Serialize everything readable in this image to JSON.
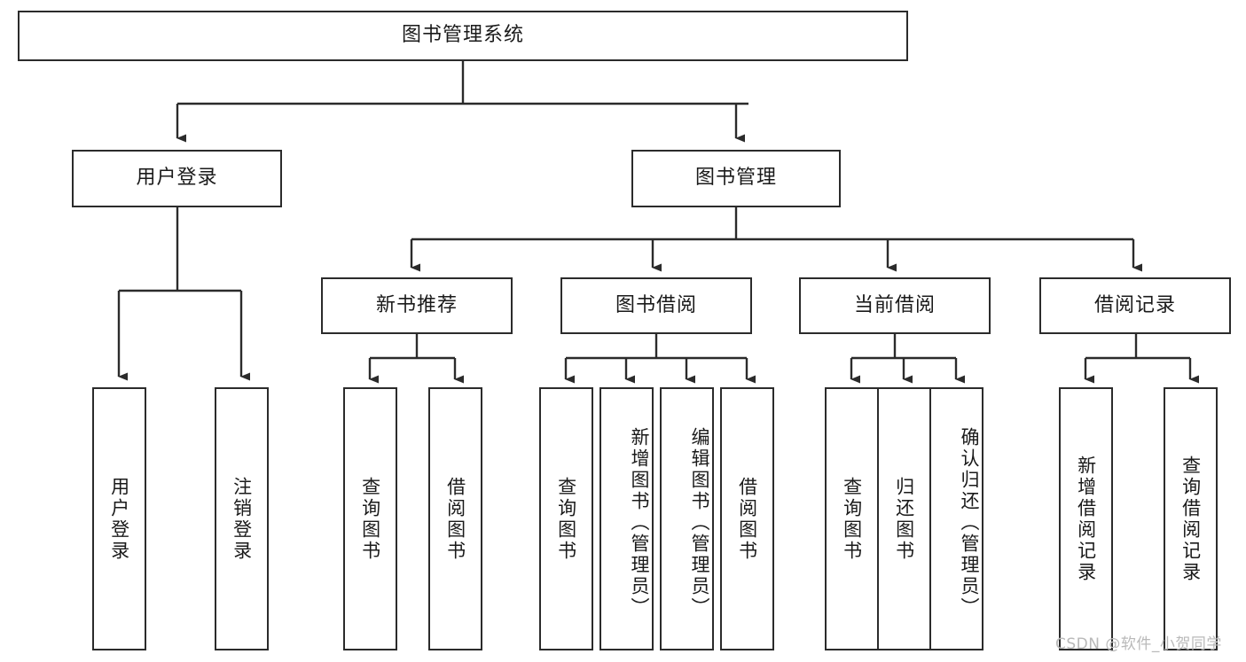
{
  "diagram": {
    "type": "hierarchy-tree",
    "title_node": {
      "label": "图书管理系统",
      "level": 0
    },
    "level1": [
      {
        "id": "user-login",
        "label": "用户登录"
      },
      {
        "id": "book-management",
        "label": "图书管理"
      }
    ],
    "level2": [
      {
        "id": "new-book-recommend",
        "label": "新书推荐",
        "parent": "book-management"
      },
      {
        "id": "book-borrow",
        "label": "图书借阅",
        "parent": "book-management"
      },
      {
        "id": "current-borrow",
        "label": "当前借阅",
        "parent": "book-management"
      },
      {
        "id": "borrow-record",
        "label": "借阅记录",
        "parent": "book-management"
      }
    ],
    "leaves": {
      "user_login": [
        {
          "id": "leaf-user-login",
          "label": "用户登录"
        },
        {
          "id": "leaf-user-logout",
          "label": "注销登录"
        }
      ],
      "new_book_recommend": [
        {
          "id": "leaf-query-book-1",
          "label": "查询图书"
        },
        {
          "id": "leaf-borrow-book-1",
          "label": "借阅图书"
        }
      ],
      "book_borrow": [
        {
          "id": "leaf-query-book-2",
          "label": "查询图书"
        },
        {
          "id": "leaf-add-book",
          "label": "新增图书（管理员）"
        },
        {
          "id": "leaf-edit-book",
          "label": "编辑图书（管理员）"
        },
        {
          "id": "leaf-borrow-book-2",
          "label": "借阅图书"
        }
      ],
      "current_borrow": [
        {
          "id": "leaf-query-book-3",
          "label": "查询图书"
        },
        {
          "id": "leaf-return-book",
          "label": "归还图书"
        },
        {
          "id": "leaf-confirm-return",
          "label": "确认归还（管理员）"
        }
      ],
      "borrow_record": [
        {
          "id": "leaf-add-record",
          "label": "新增借阅记录"
        },
        {
          "id": "leaf-query-record",
          "label": "查询借阅记录"
        }
      ]
    },
    "watermark": "CSDN @软件_小贺同学",
    "colors": {
      "border": "#2b2b2b",
      "background": "#ffffff",
      "text": "#1a1a1a",
      "watermark": "#b9b9b9"
    }
  }
}
